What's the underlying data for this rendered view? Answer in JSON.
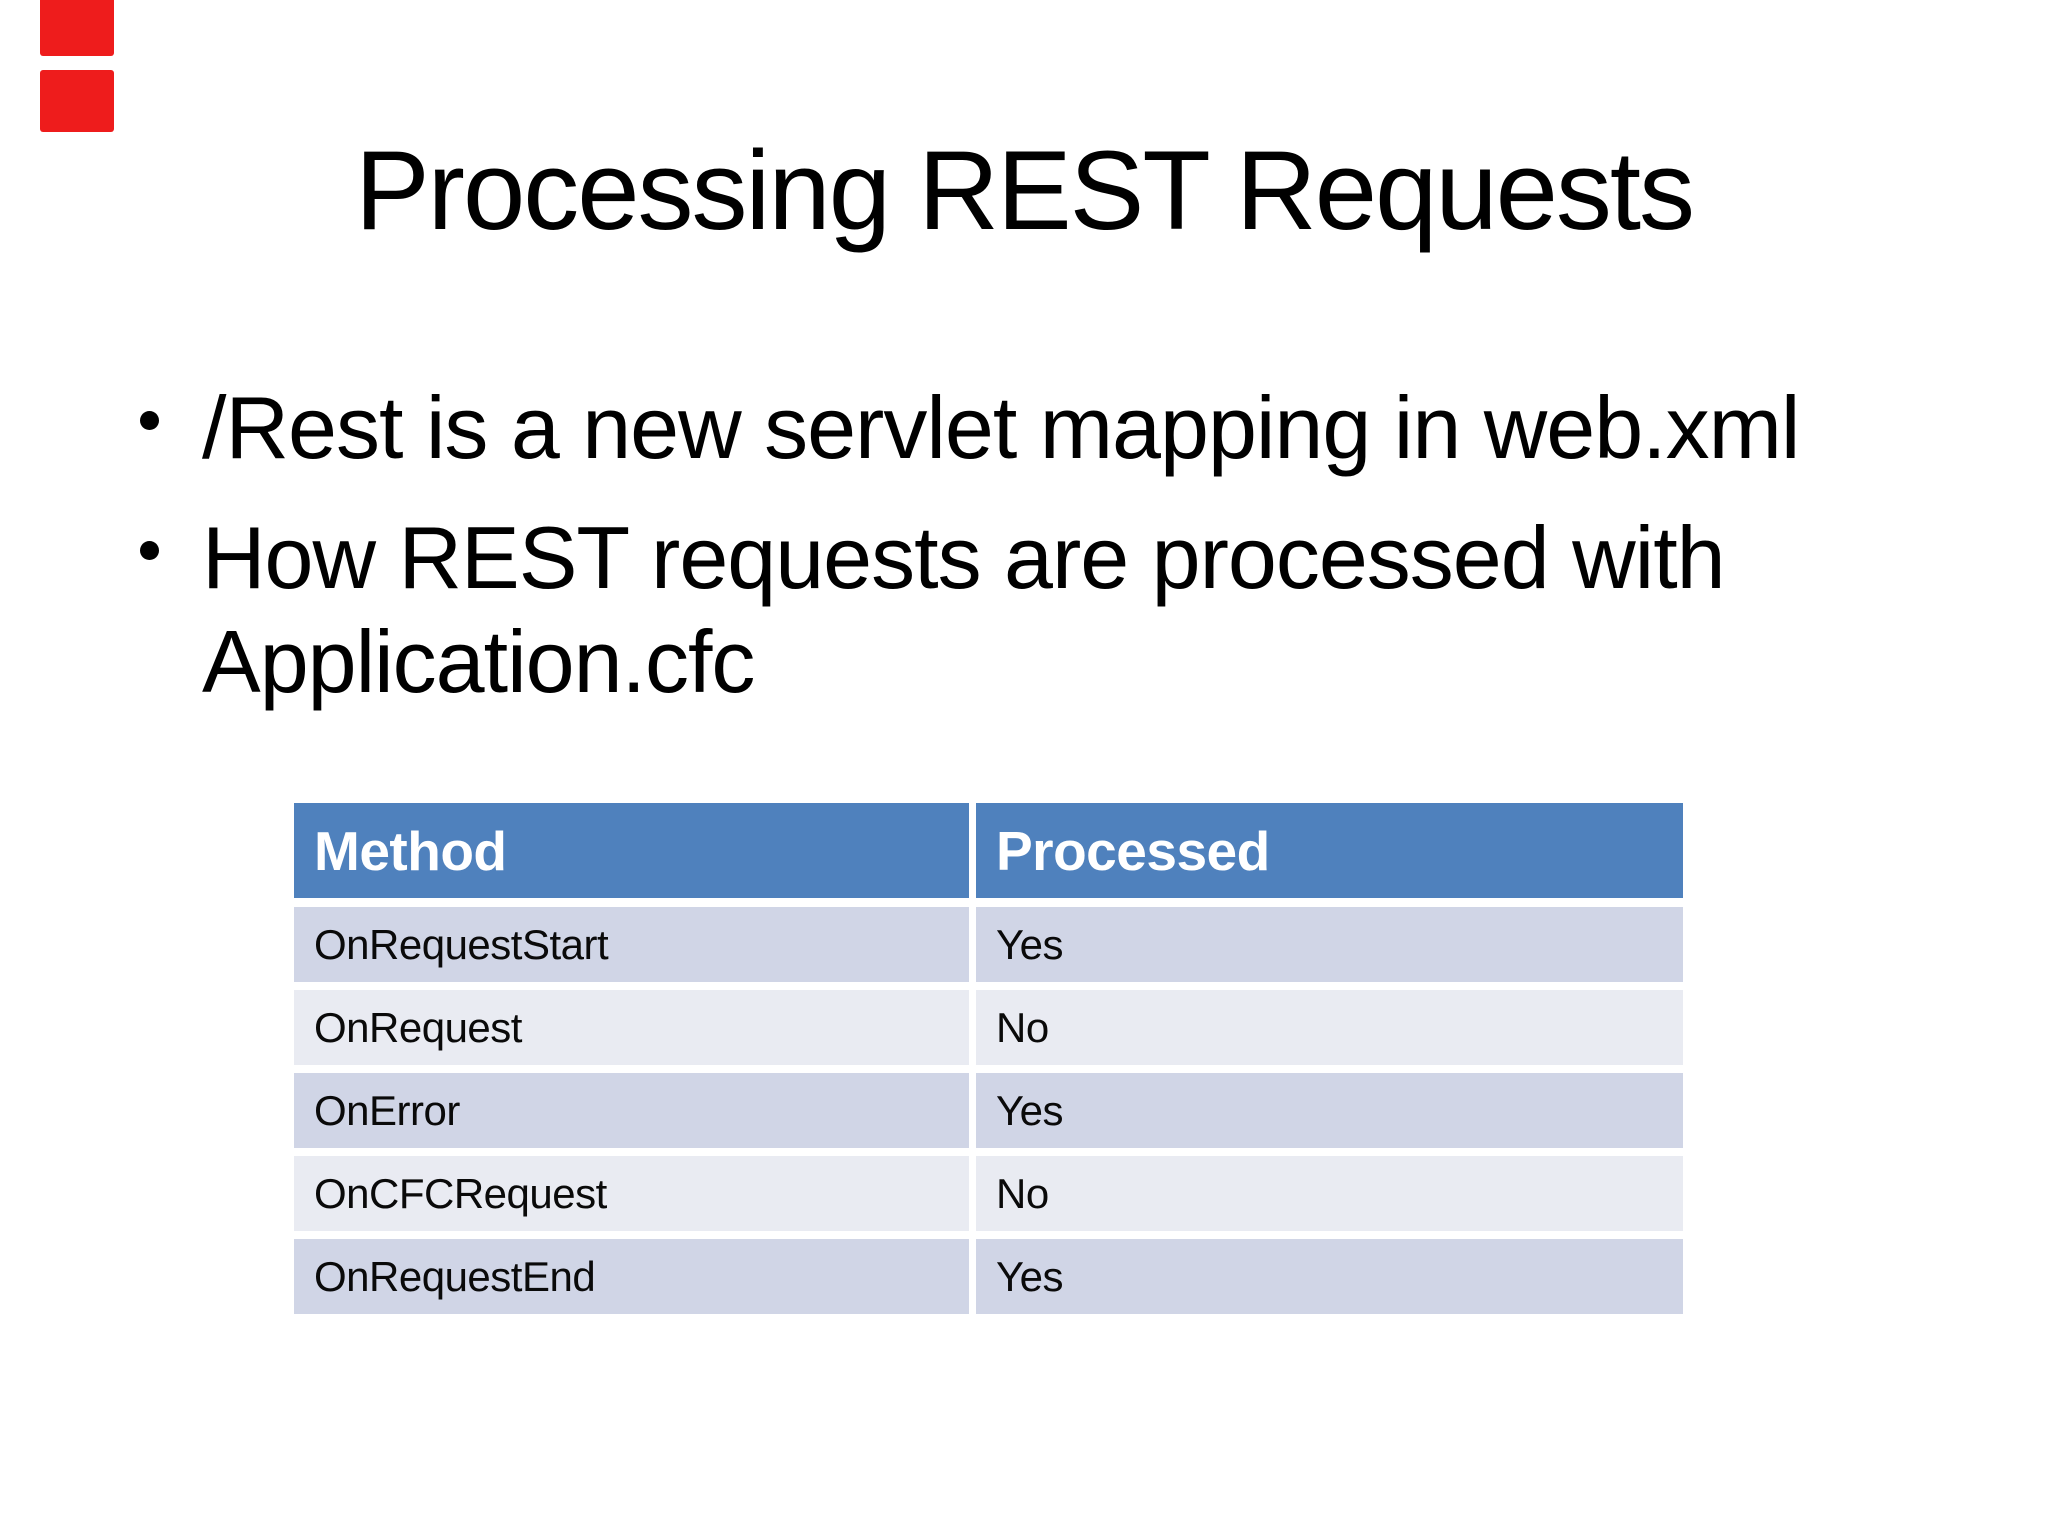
{
  "slide": {
    "title": "Processing REST Requests",
    "bullets": [
      "/Rest is a new servlet mapping in web.xml",
      "How REST requests are processed with Application.cfc"
    ],
    "table": {
      "columns": [
        "Method",
        "Processed"
      ],
      "rows": [
        {
          "method": "OnRequestStart",
          "processed": "Yes"
        },
        {
          "method": "OnRequest",
          "processed": "No"
        },
        {
          "method": "OnError",
          "processed": "Yes"
        },
        {
          "method": "OnCFCRequest",
          "processed": "No"
        },
        {
          "method": "OnRequestEnd",
          "processed": "Yes"
        }
      ]
    },
    "colors": {
      "header_bg": "#4f81bd",
      "header_text": "#ffffff",
      "row_band_dark": "#d0d5e6",
      "row_band_light": "#e9ebf2",
      "corner_marker_red": "#ee1c1c",
      "text": "#000000",
      "background": "#ffffff"
    }
  }
}
